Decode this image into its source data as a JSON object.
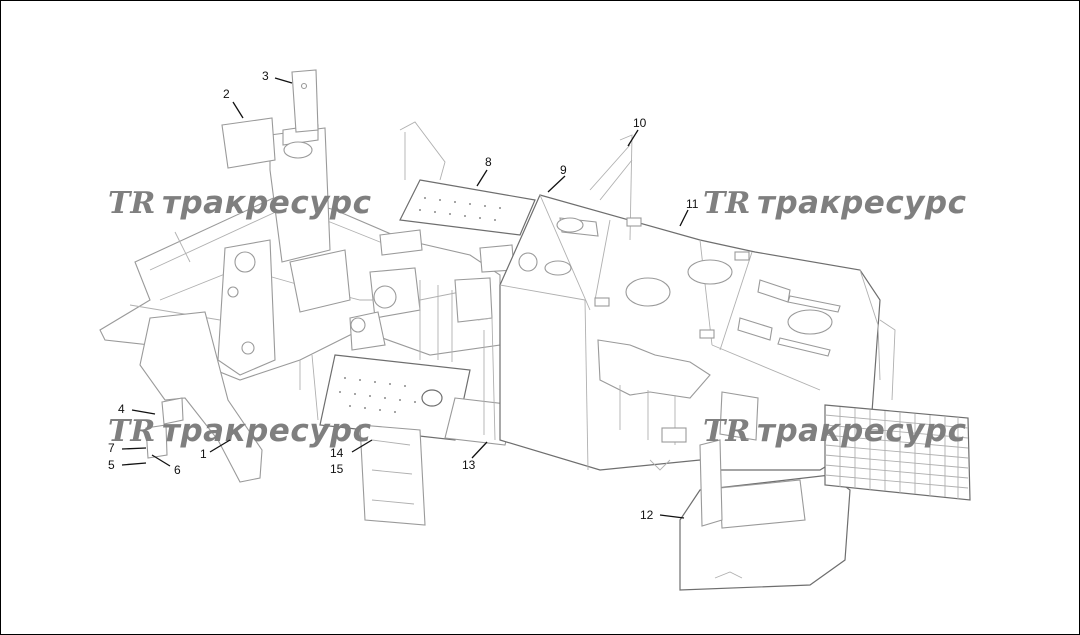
{
  "watermark": {
    "text": "тракресурс",
    "logo": "TR"
  },
  "callouts": [
    "1",
    "2",
    "3",
    "4",
    "5",
    "6",
    "7",
    "8",
    "9",
    "10",
    "11",
    "12",
    "13",
    "14",
    "15"
  ],
  "colors": {
    "line": "#9a9a9a",
    "callout": "#111111",
    "watermark": "#7f7f7f"
  }
}
